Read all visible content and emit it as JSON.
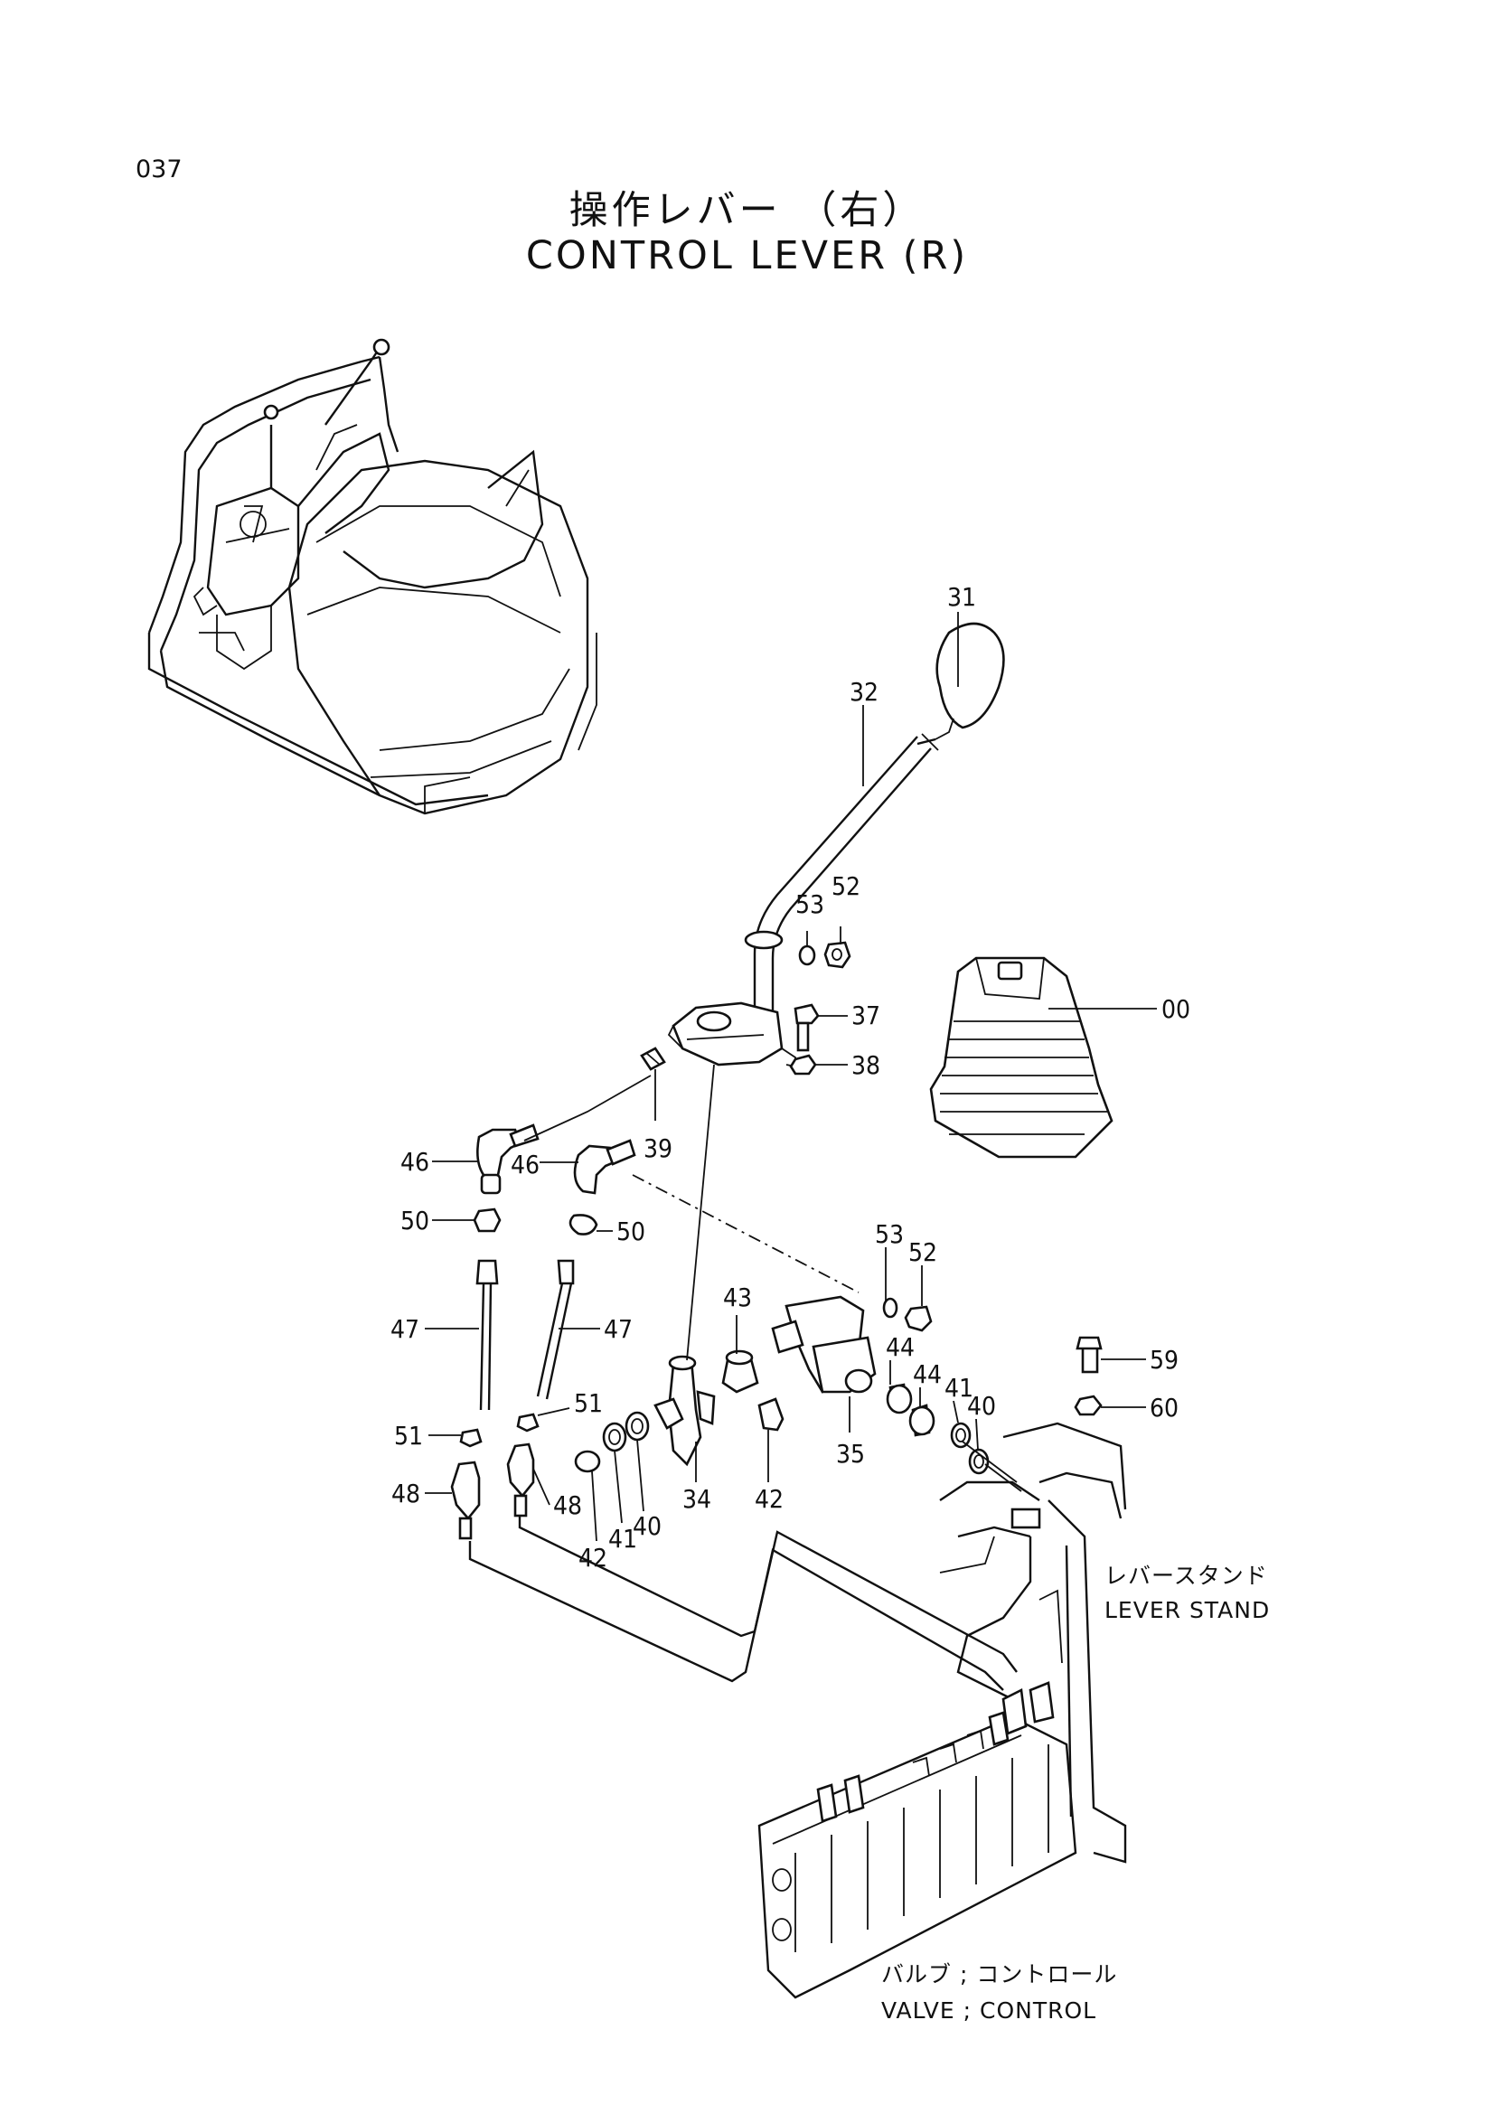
{
  "page_number": "037",
  "title_jp": "操作レバー （右）",
  "title_en": "CONTROL LEVER (R)",
  "notes": {
    "lever_stand_jp": "レバースタンド",
    "lever_stand_en": "LEVER STAND",
    "valve_jp": "バルブ ; コントロール",
    "valve_en": "VALVE ; CONTROL"
  },
  "callouts": {
    "c31": "31",
    "c32": "32",
    "c53a": "53",
    "c52a": "52",
    "c37": "37",
    "c00": "00",
    "c38": "38",
    "c39": "39",
    "c46a": "46",
    "c46b": "46",
    "c50a": "50",
    "c50b": "50",
    "c53b": "53",
    "c52b": "52",
    "c43": "43",
    "c47a": "47",
    "c47b": "47",
    "c44a": "44",
    "c44b": "44",
    "c41a": "41",
    "c40a": "40",
    "c59": "59",
    "c51a": "51",
    "c51b": "51",
    "c60": "60",
    "c35": "35",
    "c48a": "48",
    "c48b": "48",
    "c34": "34",
    "c42a": "42",
    "c42b": "42",
    "c41b": "41",
    "c40b": "40"
  }
}
